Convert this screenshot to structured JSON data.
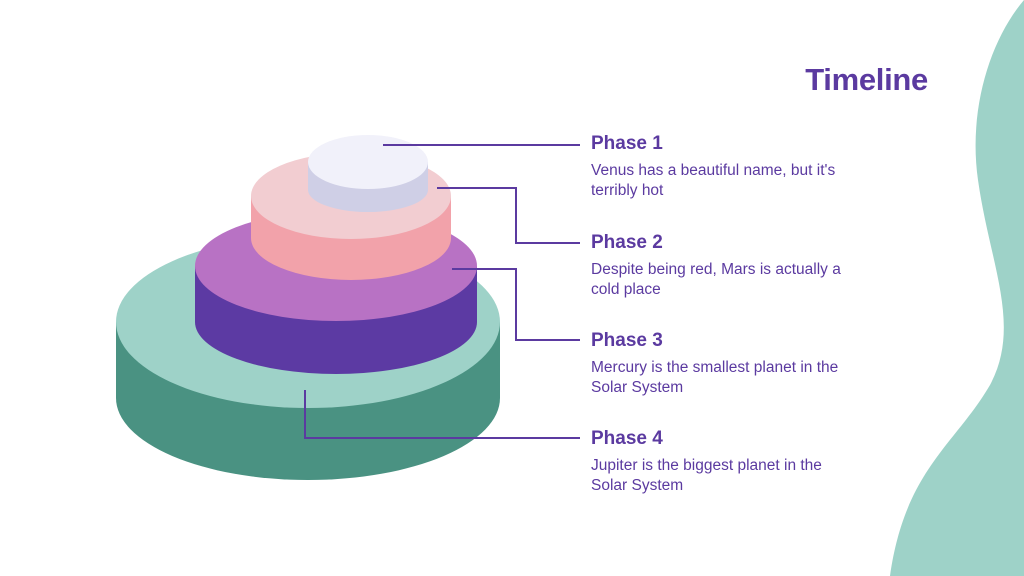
{
  "slide": {
    "title": "Timeline"
  },
  "phases": [
    {
      "title": "Phase 1",
      "description": "Venus has a beautiful name, but it's terribly hot"
    },
    {
      "title": "Phase 2",
      "description": "Despite being red, Mars is actually a cold place"
    },
    {
      "title": "Phase 3",
      "description": "Mercury is the smallest planet in the Solar System"
    },
    {
      "title": "Phase 4",
      "description": "Jupiter is the biggest planet in the Solar System"
    }
  ],
  "colors": {
    "accent": "#5b3aa0",
    "teal_top": "#9ed2c8",
    "teal_side": "#4a9282",
    "purple_top": "#b872c4",
    "purple_side": "#5c3aa3",
    "pink_top": "#f2cdd1",
    "pink_side": "#f2a2aa",
    "white_top": "#f1f1fa",
    "white_side": "#cfcfe6",
    "background": "#ffffff"
  }
}
